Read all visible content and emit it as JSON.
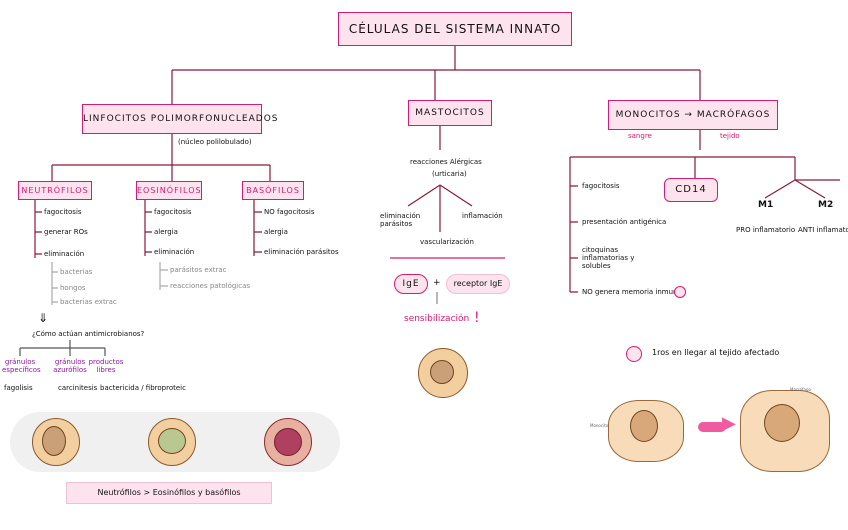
{
  "title": "CÉLULAS DEL SISTEMA INNATO",
  "pmn": {
    "title": "LINFOCITOS POLIMORFONUCLEADOS",
    "note": "(núcleo polilobulado)",
    "neutro": {
      "title": "NEUTRÓFILOS",
      "items": [
        "fagocitosis",
        "generar ROs",
        "eliminación"
      ],
      "sub": [
        "bacterias",
        "hongos",
        "bacterias extrac"
      ],
      "question": "¿Cómo actúan antimicrobianos?",
      "granules": [
        {
          "name": "gránulos específicos",
          "action": "fagolisis"
        },
        {
          "name": "gránulos azurófilos",
          "action": "carcinitesis"
        },
        {
          "name": "productos libres",
          "action": "bactericida / fibroproteic"
        }
      ]
    },
    "eos": {
      "title": "EOSINÓFILOS",
      "items": [
        "fagocitosis",
        "alergia",
        "eliminación"
      ],
      "sub": [
        "parásitos extrac",
        "reacciones patológicas"
      ]
    },
    "baso": {
      "title": "BASÓFILOS",
      "items": [
        "NO fagocitosis",
        "alergia",
        "eliminación parásitos"
      ]
    },
    "footer": "Neutrófilos > Eosinófilos y basófilos"
  },
  "masto": {
    "title": "MASTOCITOS",
    "reactions": "reacciones Alérgicas",
    "reactions_sub": "(urticaria)",
    "effects": [
      "eliminación parásitos",
      "vascularización",
      "inflamación"
    ],
    "ige": "IgE",
    "plus": "+",
    "receptor": "receptor IgE",
    "sens": "sensibilización",
    "excl": "!"
  },
  "mono": {
    "title": "MONOCITOS → MACRÓFAGOS",
    "blood": "sangre",
    "tissue": "tejido",
    "items": [
      "fagocitosis",
      "presentación antigénica",
      "citoquinas inflamatorias y solubles"
    ],
    "cd": "CD14",
    "m1": "M1",
    "m1_label": "PRO inflamatorio",
    "m2": "M2",
    "m2_label": "ANTI inflamatorio",
    "memory": "NO genera memoria inmune",
    "note": "1ros en llegar al tejido afectado",
    "image_labels": [
      "Monocito",
      "Macrófago"
    ]
  },
  "colors": {
    "accent": "#d81b72",
    "fill": "#fde3ee",
    "purple": "#8a1a9c"
  }
}
